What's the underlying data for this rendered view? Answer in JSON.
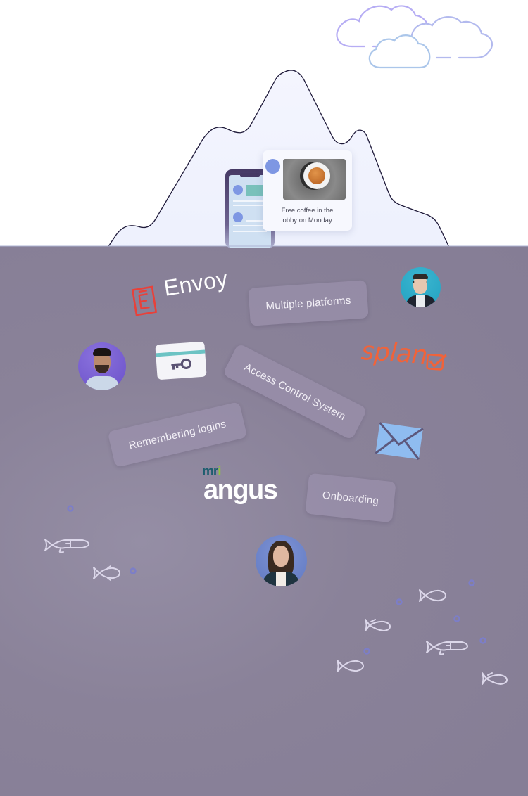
{
  "scene": {
    "title": "Visitor management iceberg",
    "colors": {
      "sky": "#ffffff",
      "water": "#877f97",
      "iceberg_above": "#e6ecfb",
      "iceberg_below": "#5d587c",
      "outline": "#1f1a3a",
      "chip_text": "#f3f0f7",
      "bubble": "#7c7ec8",
      "fish": "#d9d4e6",
      "cloud_purple": "#b9b1f2",
      "cloud_blue": "#a9c7ea"
    }
  },
  "above_water": {
    "notification": {
      "icon": "avatar-dot",
      "image": "coffee-cup-photo",
      "text_line1": "Free coffee in the",
      "text_line2": "lobby on Monday."
    },
    "phone": {
      "icon": "phone-icon"
    }
  },
  "below_water": {
    "logos": {
      "envoy": {
        "mark": "E",
        "word": "Envoy",
        "color": "#e8413a"
      },
      "splan": {
        "word": "splan",
        "color": "#f0633a"
      },
      "mri": {
        "prefix": "mr",
        "prefix_accent": "i",
        "word": "angus"
      }
    },
    "chips": [
      {
        "label": "Multiple platforms"
      },
      {
        "label": "Access Control System"
      },
      {
        "label": "Remembering logins"
      },
      {
        "label": "Onboarding"
      }
    ],
    "icons": [
      "key-card-icon",
      "envelope-icon"
    ],
    "avatars": [
      "man-glasses-avatar",
      "man-beard-avatar",
      "woman-avatar"
    ]
  }
}
